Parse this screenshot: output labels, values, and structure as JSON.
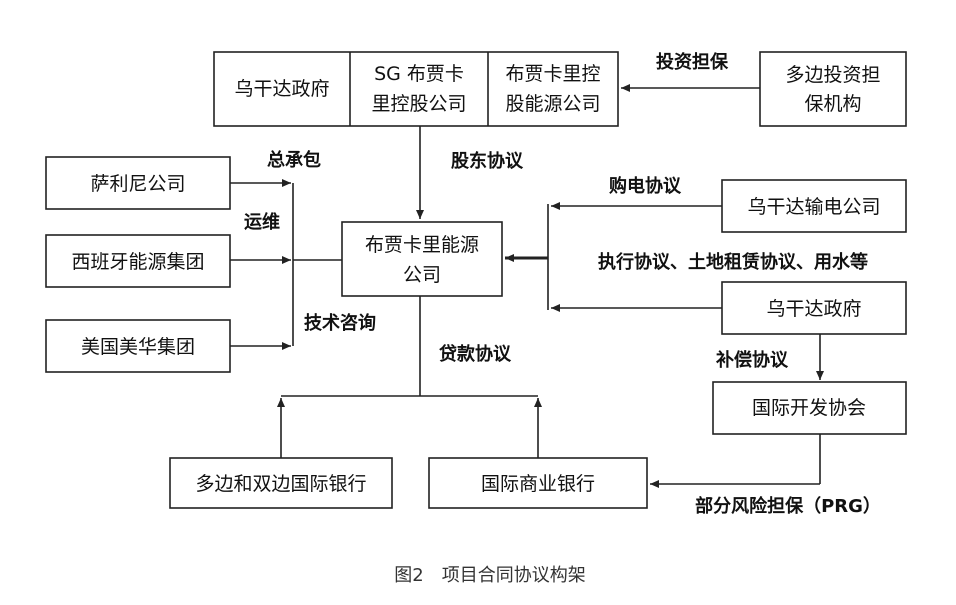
{
  "boxes": {
    "uganda_gov_top": "乌干达政府",
    "sg_holding_1": "SG 布贾卡",
    "sg_holding_2": "里控股公司",
    "bujagali_holding_energy_1": "布贾卡里控",
    "bujagali_holding_energy_2": "股能源公司",
    "miga_1": "多边投资担",
    "miga_2": "保机构",
    "salini": "萨利尼公司",
    "spain_energy": "西班牙能源集团",
    "us_meihua": "美国美华集团",
    "bujagali_energy_1": "布贾卡里能源",
    "bujagali_energy_2": "公司",
    "uganda_transmission": "乌干达输电公司",
    "uganda_gov_right": "乌干达政府",
    "ida": "国际开发协会",
    "multilateral_banks": "多边和双边国际银行",
    "commercial_banks": "国际商业银行"
  },
  "labels": {
    "investment_guarantee": "投资担保",
    "shareholder_agreement": "股东协议",
    "epc": "总承包",
    "om": "运维",
    "tech_consulting": "技术咨询",
    "ppa": "购电协议",
    "implementation": "执行协议、土地租赁协议、用水等",
    "compensation": "补偿协议",
    "loan_agreement": "贷款协议",
    "prg": "部分风险担保（PRG）"
  },
  "caption": "图2　项目合同协议构架"
}
